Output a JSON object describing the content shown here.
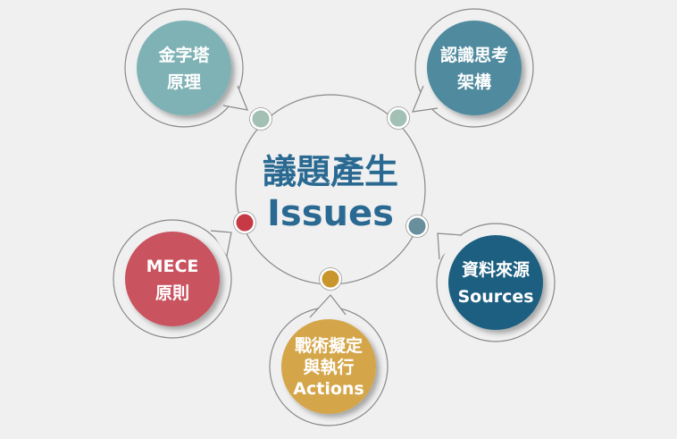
{
  "center": {
    "line1": "議題產生",
    "line2": "Issues",
    "color": "#2a6a92"
  },
  "nodes": [
    {
      "id": "pyramid",
      "lines": [
        "金字塔",
        "原理"
      ],
      "color": "#7fb2b5",
      "dot": "#a3c0b5"
    },
    {
      "id": "cognitive",
      "lines": [
        "認識思考",
        "架構"
      ],
      "color": "#4f8a9e",
      "dot": "#a3c0b5"
    },
    {
      "id": "mece",
      "lines": [
        "MECE",
        "原則"
      ],
      "color": "#c9525e",
      "dot": "#c53a45"
    },
    {
      "id": "sources",
      "lines": [
        "資料來源",
        "Sources"
      ],
      "color": "#1a5f80",
      "dot": "#6a8f9c"
    },
    {
      "id": "actions",
      "lines": [
        "戰術擬定",
        "與執行",
        "Actions"
      ],
      "color": "#d4a64a",
      "dot": "#c9962e"
    }
  ]
}
